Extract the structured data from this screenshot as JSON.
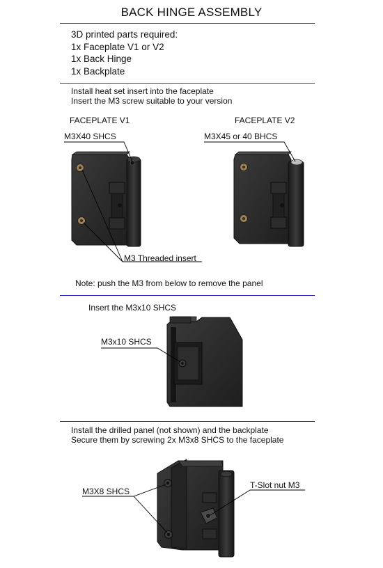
{
  "title": "BACK HINGE ASSEMBLY",
  "parts": {
    "heading": "3D printed parts required:",
    "items": [
      "1x Faceplate V1 or V2",
      "1x Back Hinge",
      "1x Backplate"
    ]
  },
  "step1": {
    "line1": "Install heat set insert into the faceplate",
    "line2": "Insert the M3 screw suitable to your version",
    "v1_title": "FACEPLATE V1",
    "v2_title": "FACEPLATE V2",
    "v1_screw": "M3X40 SHCS",
    "v2_screw": "M3X45 or 40 BHCS",
    "insert_label": "M3 Threaded insert",
    "note": "Note: push the M3 from below to remove the panel"
  },
  "step2": {
    "line1": "Insert the M3x10 SHCS",
    "screw": "M3x10 SHCS"
  },
  "step3": {
    "line1": "Install the drilled panel (not shown) and the backplate",
    "line2": "Secure them by screwing 2x M3x8 SHCS to the faceplate",
    "screw": "M3X8 SHCS",
    "nut": "T-Slot nut M3"
  },
  "colors": {
    "rule": "#2b2bb8",
    "part": "#2a2a2a",
    "part_dark": "#161616",
    "part_edge": "#444444",
    "insert": "#9a8460"
  }
}
